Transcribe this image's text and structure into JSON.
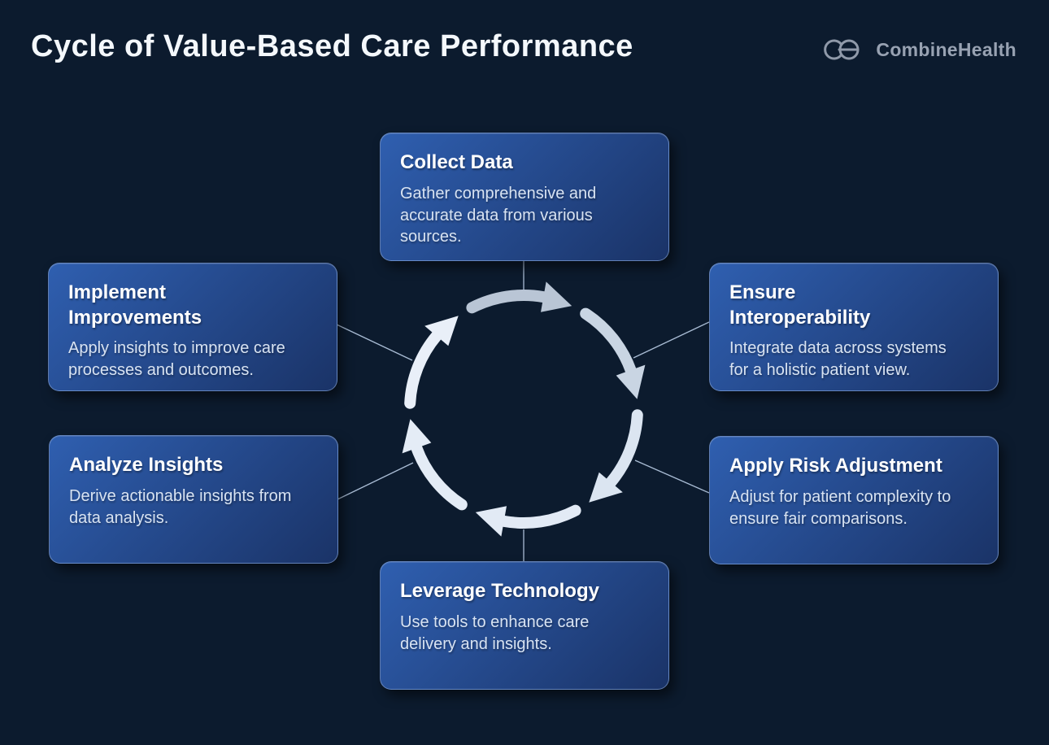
{
  "header": {
    "title": "Cycle of Value-Based Care Performance",
    "brand": "CombineHealth"
  },
  "diagram": {
    "type": "cycle",
    "direction": "clockwise",
    "steps": [
      {
        "id": "collect-data",
        "title": "Collect Data",
        "description": "Gather comprehensive and accurate data from various sources."
      },
      {
        "id": "ensure-interoperability",
        "title": "Ensure\nInteroperability",
        "description": "Integrate data across systems for a holistic patient view."
      },
      {
        "id": "apply-risk-adjustment",
        "title": "Apply Risk Adjustment",
        "description": "Adjust for patient complexity to ensure fair comparisons."
      },
      {
        "id": "leverage-technology",
        "title": "Leverage Technology",
        "description": "Use tools to enhance care delivery and insights."
      },
      {
        "id": "analyze-insights",
        "title": "Analyze Insights",
        "description": "Derive actionable insights from data analysis."
      },
      {
        "id": "implement-improvements",
        "title": "Implement\nImprovements",
        "description": "Apply insights to improve care processes and outcomes."
      }
    ],
    "colors": {
      "background": "#0c1b2e",
      "card_gradient_start": "#2f5fb0",
      "card_gradient_end": "#1a3367",
      "card_border": "rgba(151,178,224,0.55)",
      "title_text": "#f4f8fc",
      "body_text": "#d8e3f2",
      "connector_line": "#a9bcd4",
      "brand_text": "#98a2b2",
      "arc_segments": [
        "#b9c5d5",
        "#c9d5e3",
        "#dbe5f1",
        "#e2eaf5",
        "#e4ecf6",
        "#e9eff8"
      ]
    }
  }
}
